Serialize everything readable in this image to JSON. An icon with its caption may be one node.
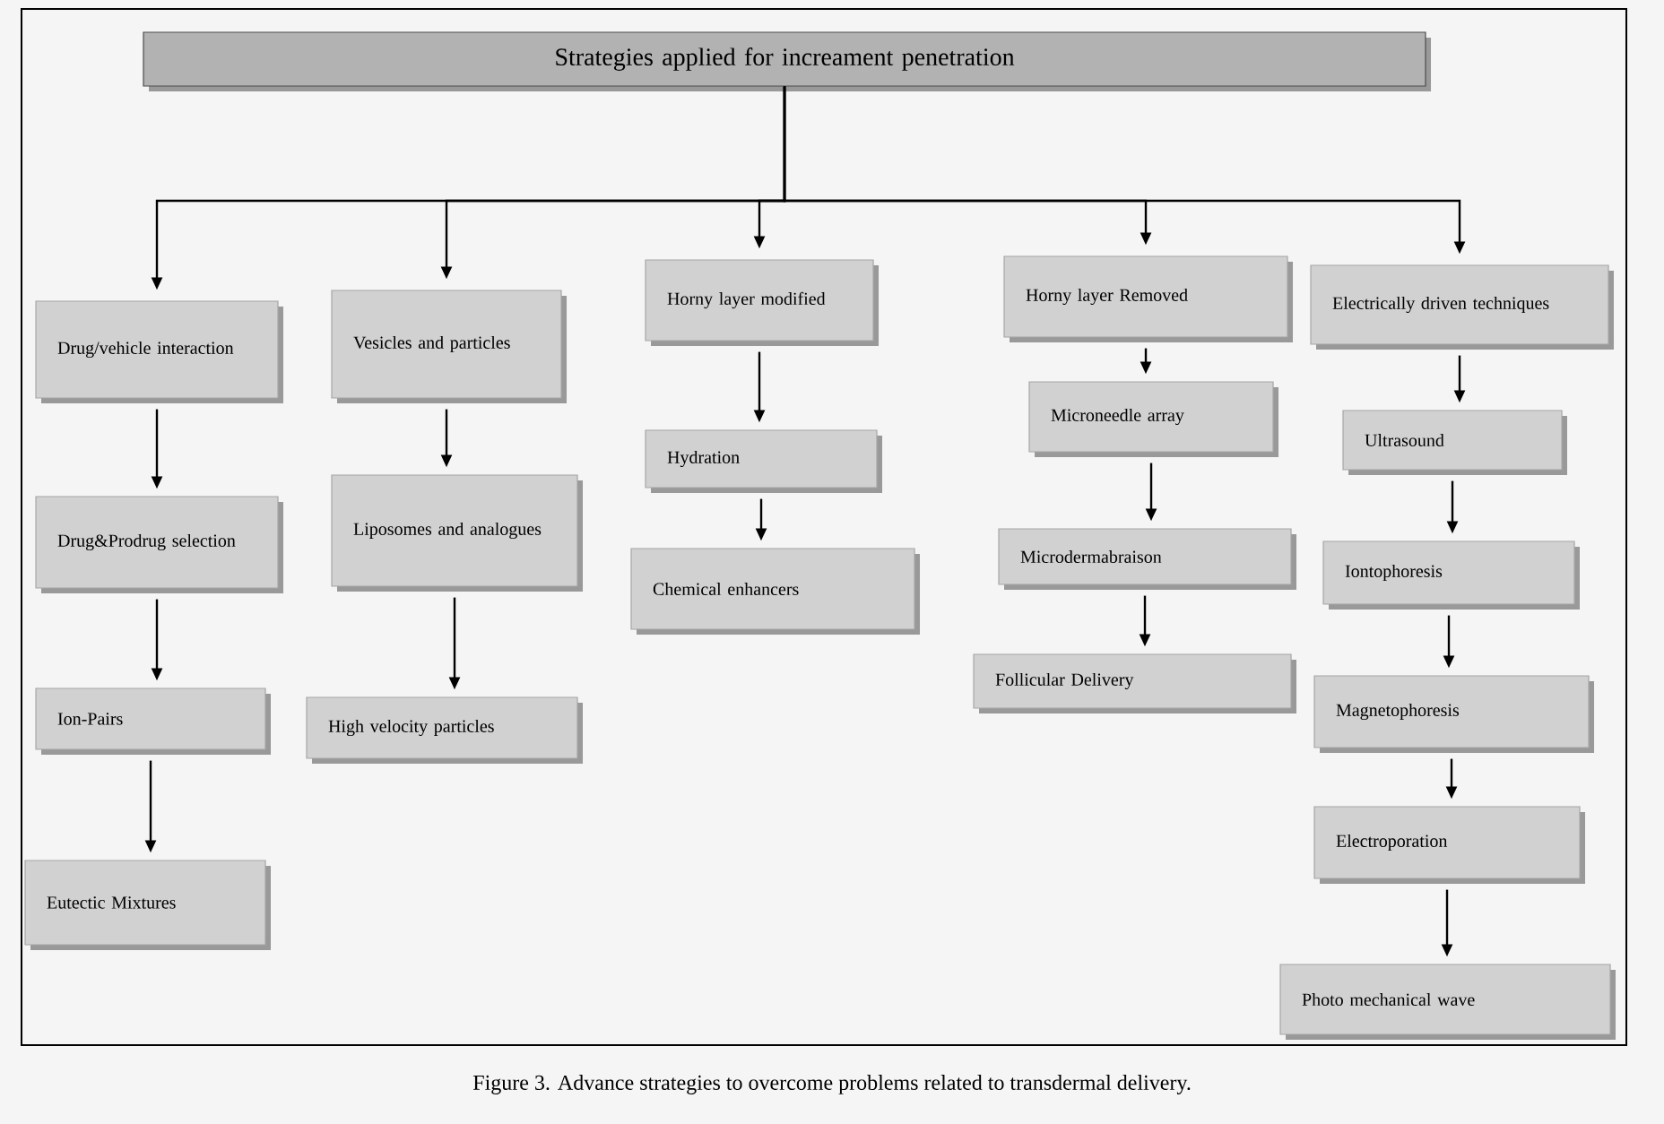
{
  "diagram": {
    "caption": "Figure 3. Advance strategies to overcome problems related to transdermal delivery.",
    "nodes": [
      {
        "text": [
          "Strategies applied for increament penetration"
        ]
      },
      {
        "text": [
          "Drug/vehicle interaction"
        ]
      },
      {
        "text": [
          "Drug&Prodrug selection"
        ]
      },
      {
        "text": [
          "Ion-Pairs"
        ]
      },
      {
        "text": [
          "Eutectic Mixtures"
        ]
      },
      {
        "text": [
          "Vesicles and particles"
        ]
      },
      {
        "text": [
          "Liposomes and analogues"
        ]
      },
      {
        "text": [
          "High velocity particles"
        ]
      },
      {
        "text": [
          "Horny layer modified"
        ]
      },
      {
        "text": [
          "Hydration"
        ]
      },
      {
        "text": [
          "Chemical enhancers"
        ]
      },
      {
        "text": [
          "Horny layer Removed"
        ]
      },
      {
        "text": [
          "Microneedle array"
        ]
      },
      {
        "text": [
          "Microdermabraison"
        ]
      },
      {
        "text": [
          "Follicular Delivery"
        ]
      },
      {
        "text": [
          "Electrically driven techniques"
        ]
      },
      {
        "text": [
          "Ultrasound"
        ]
      },
      {
        "text": [
          "Iontophoresis"
        ]
      },
      {
        "text": [
          "Magnetophoresis"
        ]
      },
      {
        "text": [
          "Electroporation"
        ]
      },
      {
        "text": [
          "Photo mechanical wave"
        ]
      }
    ],
    "edges": [
      {
        "from": 0,
        "to": 1,
        "arrow": "to"
      },
      {
        "from": 0,
        "to": 5,
        "arrow": "to"
      },
      {
        "from": 0,
        "to": 8,
        "arrow": "to"
      },
      {
        "from": 0,
        "to": 11,
        "arrow": "to"
      },
      {
        "from": 0,
        "to": 15,
        "arrow": "to"
      },
      {
        "from": 1,
        "to": 2,
        "arrow": "to"
      },
      {
        "from": 2,
        "to": 3,
        "arrow": "to"
      },
      {
        "from": 3,
        "to": 4,
        "arrow": "to"
      },
      {
        "from": 5,
        "to": 6,
        "arrow": "to"
      },
      {
        "from": 6,
        "to": 7,
        "arrow": "to"
      },
      {
        "from": 8,
        "to": 9,
        "arrow": "to"
      },
      {
        "from": 9,
        "to": 10,
        "arrow": "to"
      },
      {
        "from": 11,
        "to": 12,
        "arrow": "to"
      },
      {
        "from": 12,
        "to": 13,
        "arrow": "to"
      },
      {
        "from": 13,
        "to": 14,
        "arrow": "to"
      },
      {
        "from": 15,
        "to": 16,
        "arrow": "to"
      },
      {
        "from": 16,
        "to": 17,
        "arrow": "to"
      },
      {
        "from": 17,
        "to": 18,
        "arrow": "to"
      },
      {
        "from": 18,
        "to": 19,
        "arrow": "to"
      },
      {
        "from": 19,
        "to": 20,
        "arrow": "to"
      }
    ]
  }
}
